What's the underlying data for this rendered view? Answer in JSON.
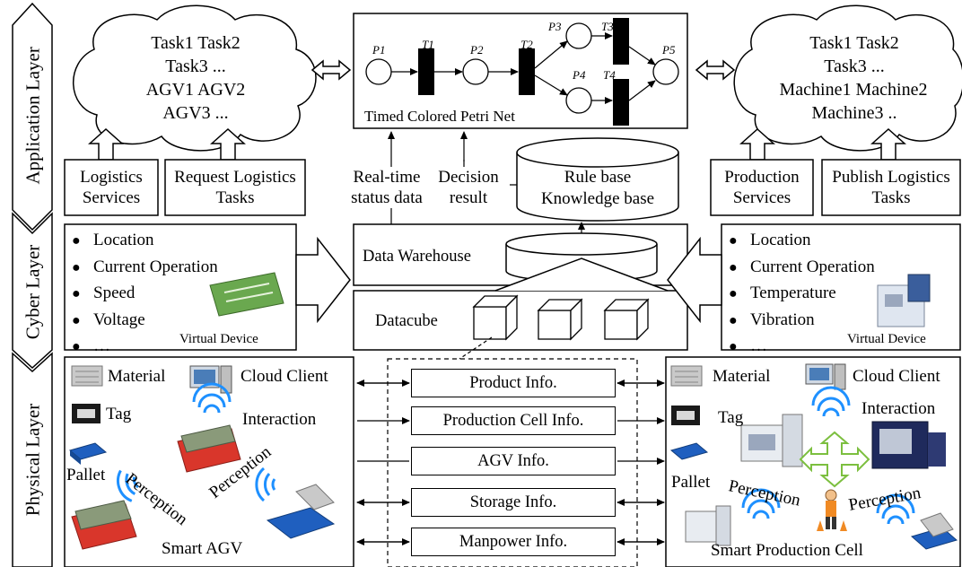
{
  "layers": {
    "application": "Application Layer",
    "cyber": "Cyber Layer",
    "physical": "Physical Layer"
  },
  "left_cloud": {
    "lines": [
      "Task1 Task2",
      "Task3 ...",
      "AGV1 AGV2",
      "AGV3 ..."
    ]
  },
  "right_cloud": {
    "lines": [
      "Task1 Task2",
      "Task3 ...",
      "Machine1 Machine2",
      "Machine3 .."
    ]
  },
  "petri_net": {
    "caption": "Timed Colored Petri Net",
    "places": [
      "P1",
      "P2",
      "P3",
      "P4",
      "P5"
    ],
    "transitions": [
      "T1",
      "T2",
      "T3",
      "T4"
    ]
  },
  "services": {
    "logistics": "Logistics Services",
    "request": "Request Logistics Tasks",
    "production": "Production Services",
    "publish": "Publish Logistics Tasks"
  },
  "flows": {
    "realtime": "Real-time status data",
    "decision": "Decision result"
  },
  "rule_base": [
    "Rule base",
    "Knowledge base"
  ],
  "data_warehouse": "Data Warehouse",
  "datacube": "Datacube",
  "left_virtual": {
    "items": [
      "Location",
      "Current Operation",
      "Speed",
      "Voltage",
      "…"
    ],
    "caption": "Virtual Device"
  },
  "right_virtual": {
    "items": [
      "Location",
      "Current Operation",
      "Temperature",
      "Vibration",
      "…"
    ],
    "caption": "Virtual Device"
  },
  "info_boxes": [
    "Product Info.",
    "Production Cell Info.",
    "AGV Info.",
    "Storage Info.",
    "Manpower Info."
  ],
  "left_physical": {
    "material": "Material",
    "cloud_client": "Cloud Client",
    "tag": "Tag",
    "interaction": "Interaction",
    "pallet": "Pallet",
    "perception1": "Perception",
    "perception2": "Perception",
    "smart_agv": "Smart AGV"
  },
  "right_physical": {
    "material": "Material",
    "cloud_client": "Cloud Client",
    "tag": "Tag",
    "interaction": "Interaction",
    "pallet": "Pallet",
    "perception1": "Perception",
    "perception2": "Perception",
    "smart_cell": "Smart Production Cell"
  }
}
